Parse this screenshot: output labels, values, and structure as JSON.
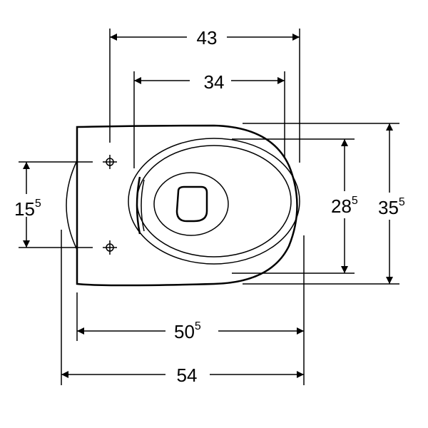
{
  "dimensions": {
    "top_outer": {
      "main": "43",
      "sup": ""
    },
    "top_inner": {
      "main": "34",
      "sup": ""
    },
    "left_holes": {
      "main": "15",
      "sup": "5"
    },
    "right_inner": {
      "main": "28",
      "sup": "5"
    },
    "right_outer": {
      "main": "35",
      "sup": "5"
    },
    "bottom_inner": {
      "main": "50",
      "sup": "5"
    },
    "bottom_outer": {
      "main": "54",
      "sup": ""
    }
  },
  "colors": {
    "line": "#000000",
    "background": "#ffffff"
  }
}
